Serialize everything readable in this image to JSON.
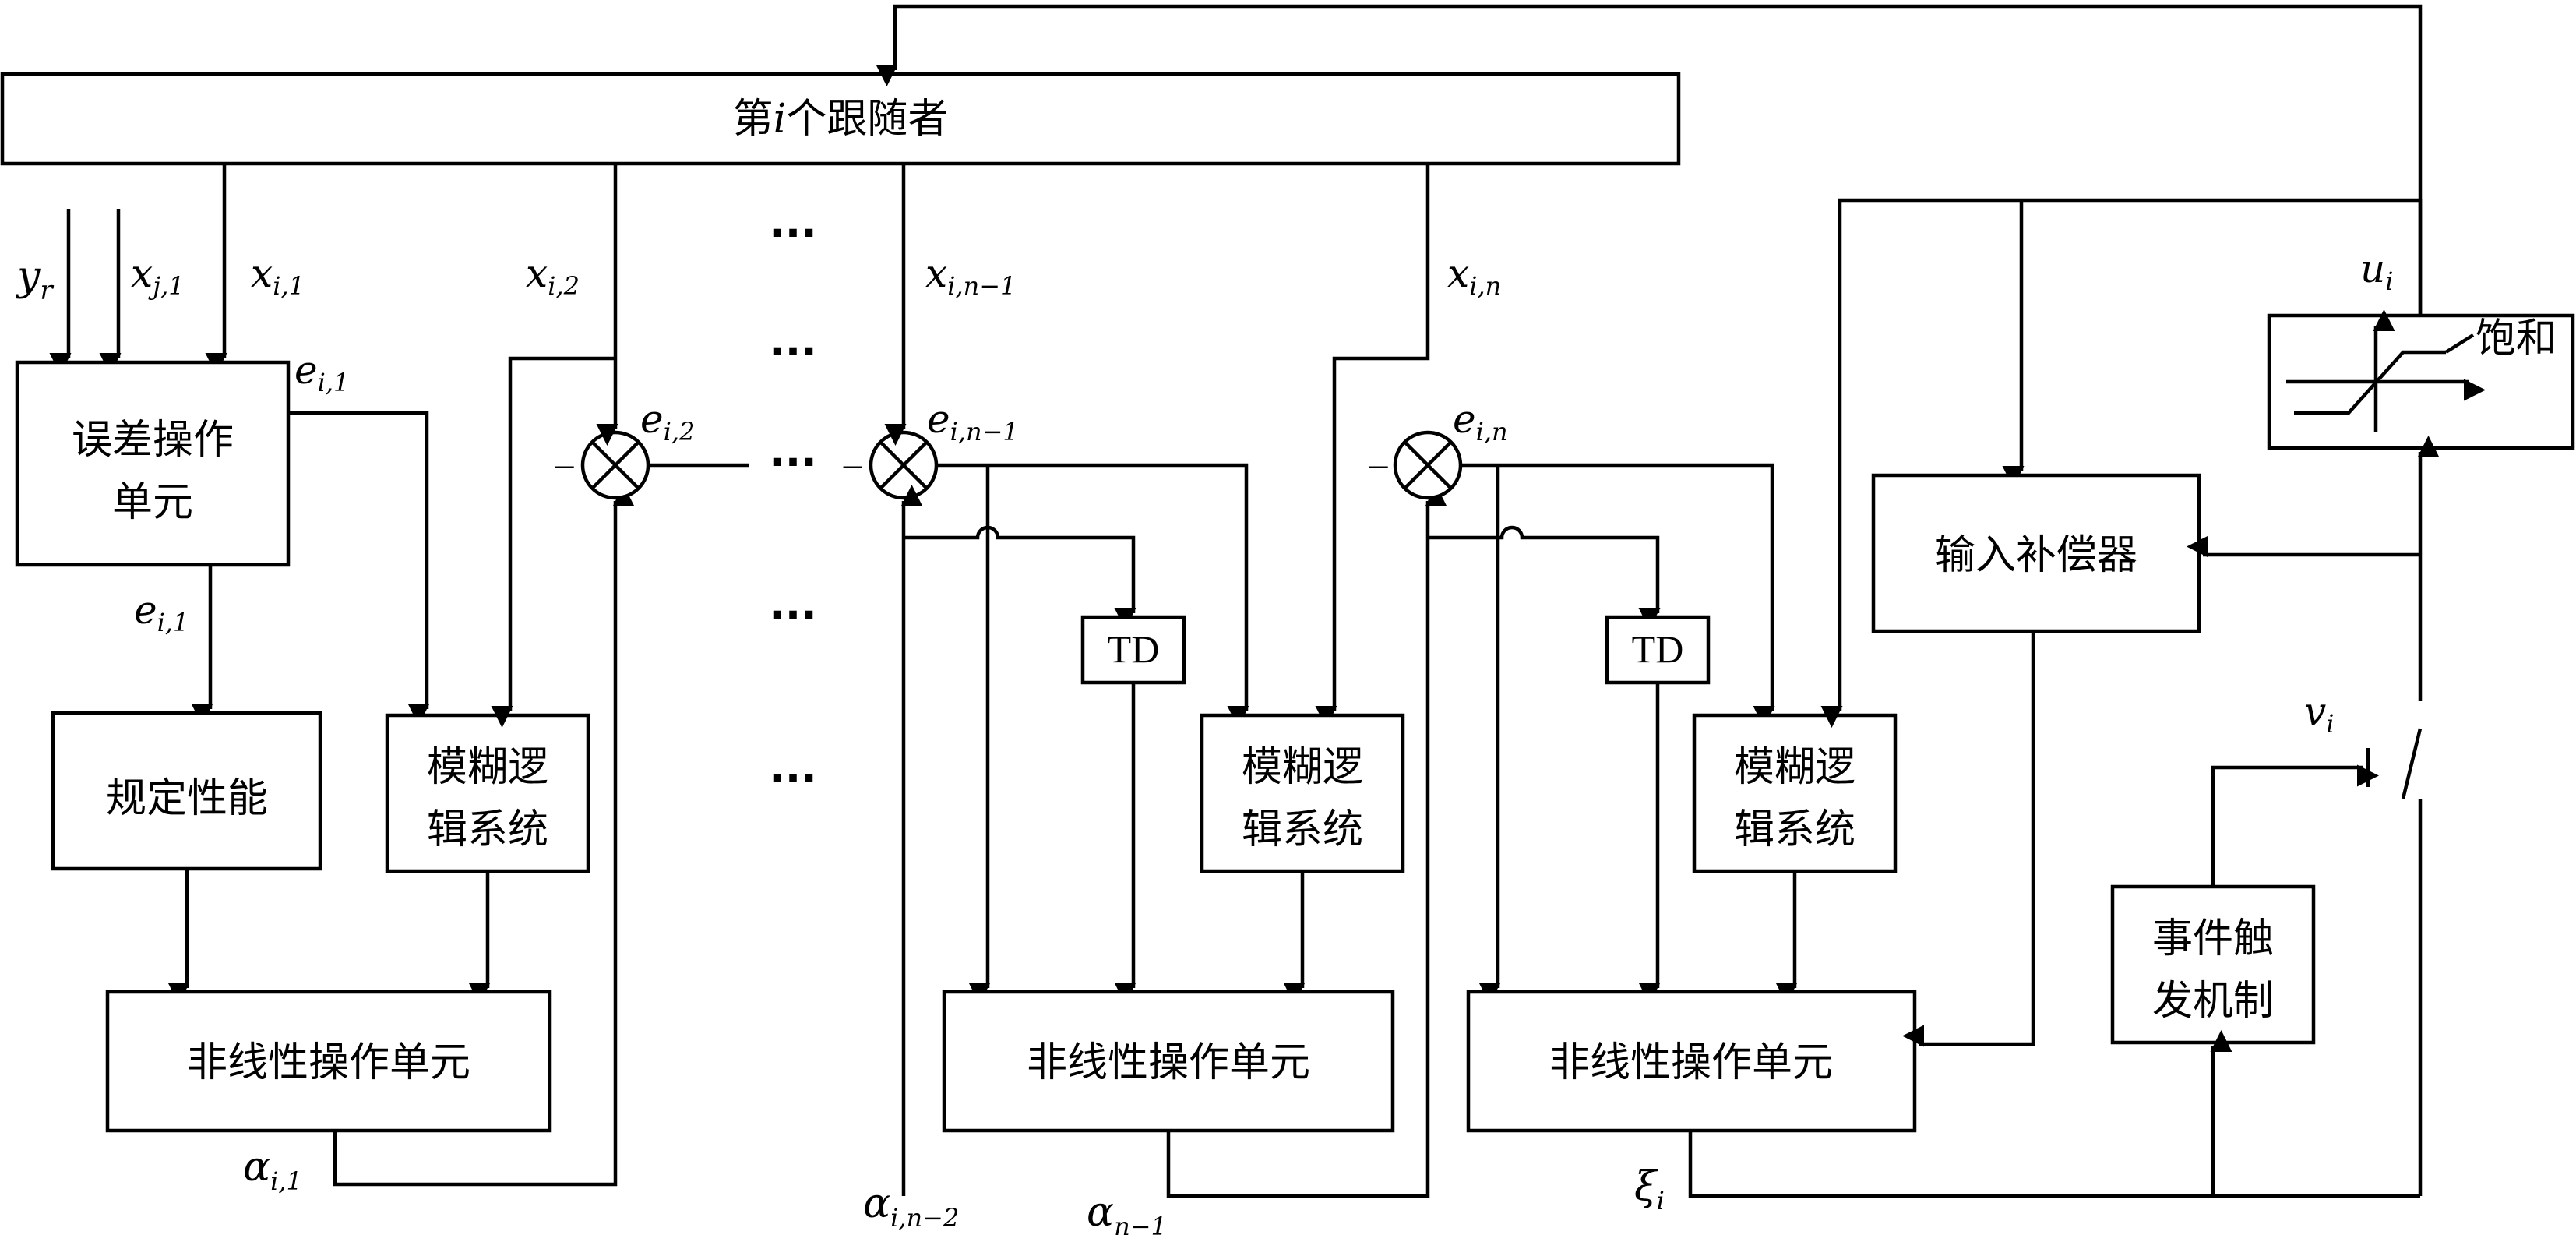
{
  "follower_label_pre": "第",
  "follower_label_var": "i",
  "follower_label_post": "个跟随者",
  "error_unit": [
    "误差操作",
    "单元"
  ],
  "prescribed_performance": "规定性能",
  "fuzzy_logic": [
    "模糊逻",
    "辑系统"
  ],
  "nonlinear_unit": "非线性操作单元",
  "td": "TD",
  "input_compensator": "输入补偿器",
  "saturation": "饱和",
  "event_trigger": [
    "事件触",
    "发机制"
  ],
  "ellipsis": "···",
  "minus": "−",
  "vars": {
    "y_r": {
      "b": "y",
      "s": "r"
    },
    "x_j1": {
      "b": "x",
      "s": "j,1"
    },
    "x_i1": {
      "b": "x",
      "s": "i,1"
    },
    "x_i2": {
      "b": "x",
      "s": "i,2"
    },
    "x_in1": {
      "b": "x",
      "s": "i,n−1"
    },
    "x_in": {
      "b": "x",
      "s": "i,n"
    },
    "e_i1_a": {
      "b": "e",
      "s": "i,1"
    },
    "e_i1_b": {
      "b": "e",
      "s": "i,1"
    },
    "e_i2": {
      "b": "e",
      "s": "i,2"
    },
    "e_in1": {
      "b": "e",
      "s": "i,n−1"
    },
    "e_in": {
      "b": "e",
      "s": "i,n"
    },
    "u_i": {
      "b": "u",
      "s": "i"
    },
    "v_i": {
      "b": "v",
      "s": "i"
    },
    "alpha_i1": {
      "b": "α",
      "s": "i,1"
    },
    "alpha_in2": {
      "b": "α",
      "s": "i,n−2"
    },
    "alpha_n1": {
      "b": "α",
      "s": "n−1"
    },
    "xi_i": {
      "b": "ξ",
      "s": "i"
    }
  }
}
